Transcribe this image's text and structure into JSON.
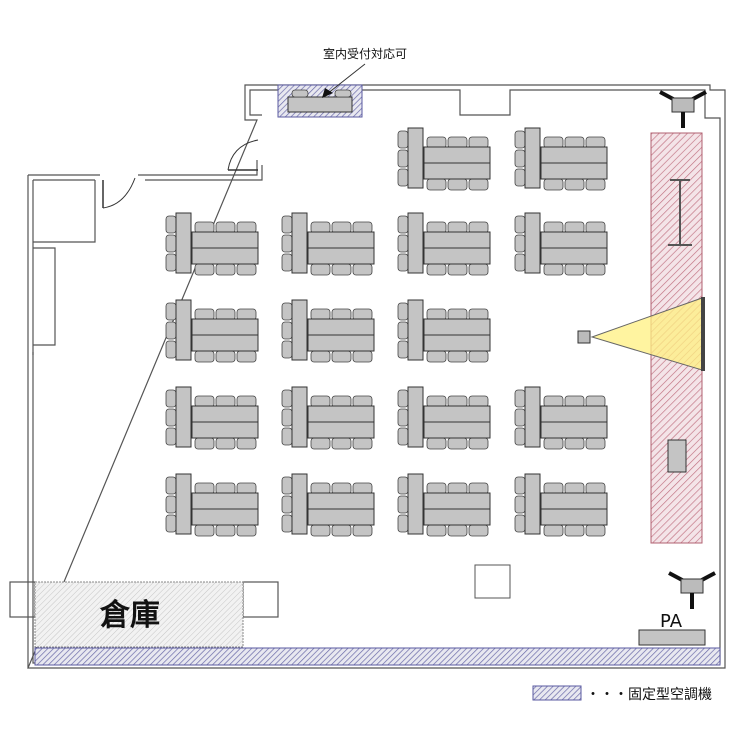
{
  "labels": {
    "reception_note": "室内受付対応可",
    "storage": "倉庫",
    "pa": "PA",
    "legend": "・・・固定型空調機"
  },
  "layout": {
    "table_groups": [
      {
        "row": 0,
        "cols": [
          2,
          3
        ]
      },
      {
        "row": 1,
        "cols": [
          0,
          1,
          2,
          3
        ]
      },
      {
        "row": 2,
        "cols": [
          0,
          1,
          2
        ]
      },
      {
        "row": 3,
        "cols": [
          0,
          1,
          2,
          3
        ]
      },
      {
        "row": 4,
        "cols": [
          0,
          1,
          2,
          3
        ]
      }
    ]
  },
  "colors": {
    "ac_hatch": "#5a5aa0",
    "stage_hatch": "#c07080",
    "projection": "#fff080",
    "table": "#c4c4c4"
  }
}
